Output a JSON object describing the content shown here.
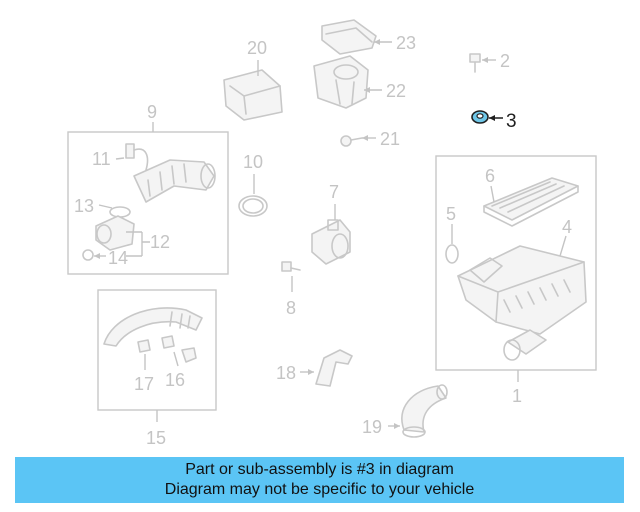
{
  "callouts": {
    "n1": "1",
    "n2": "2",
    "n3": "3",
    "n4": "4",
    "n5": "5",
    "n6": "6",
    "n7": "7",
    "n8": "8",
    "n9": "9",
    "n10": "10",
    "n11": "11",
    "n12": "12",
    "n13": "13",
    "n14": "14",
    "n15": "15",
    "n16": "16",
    "n17": "17",
    "n18": "18",
    "n19": "19",
    "n20": "20",
    "n21": "21",
    "n22": "22",
    "n23": "23"
  },
  "highlight": {
    "part_number": "3",
    "color": "#1f1f1f",
    "part_fill": "#6fc7e8"
  },
  "caption": {
    "line1": "Part or sub-assembly is #3 in diagram",
    "line2": "Diagram may not be specific to your vehicle",
    "background": "#5bc5f5"
  }
}
